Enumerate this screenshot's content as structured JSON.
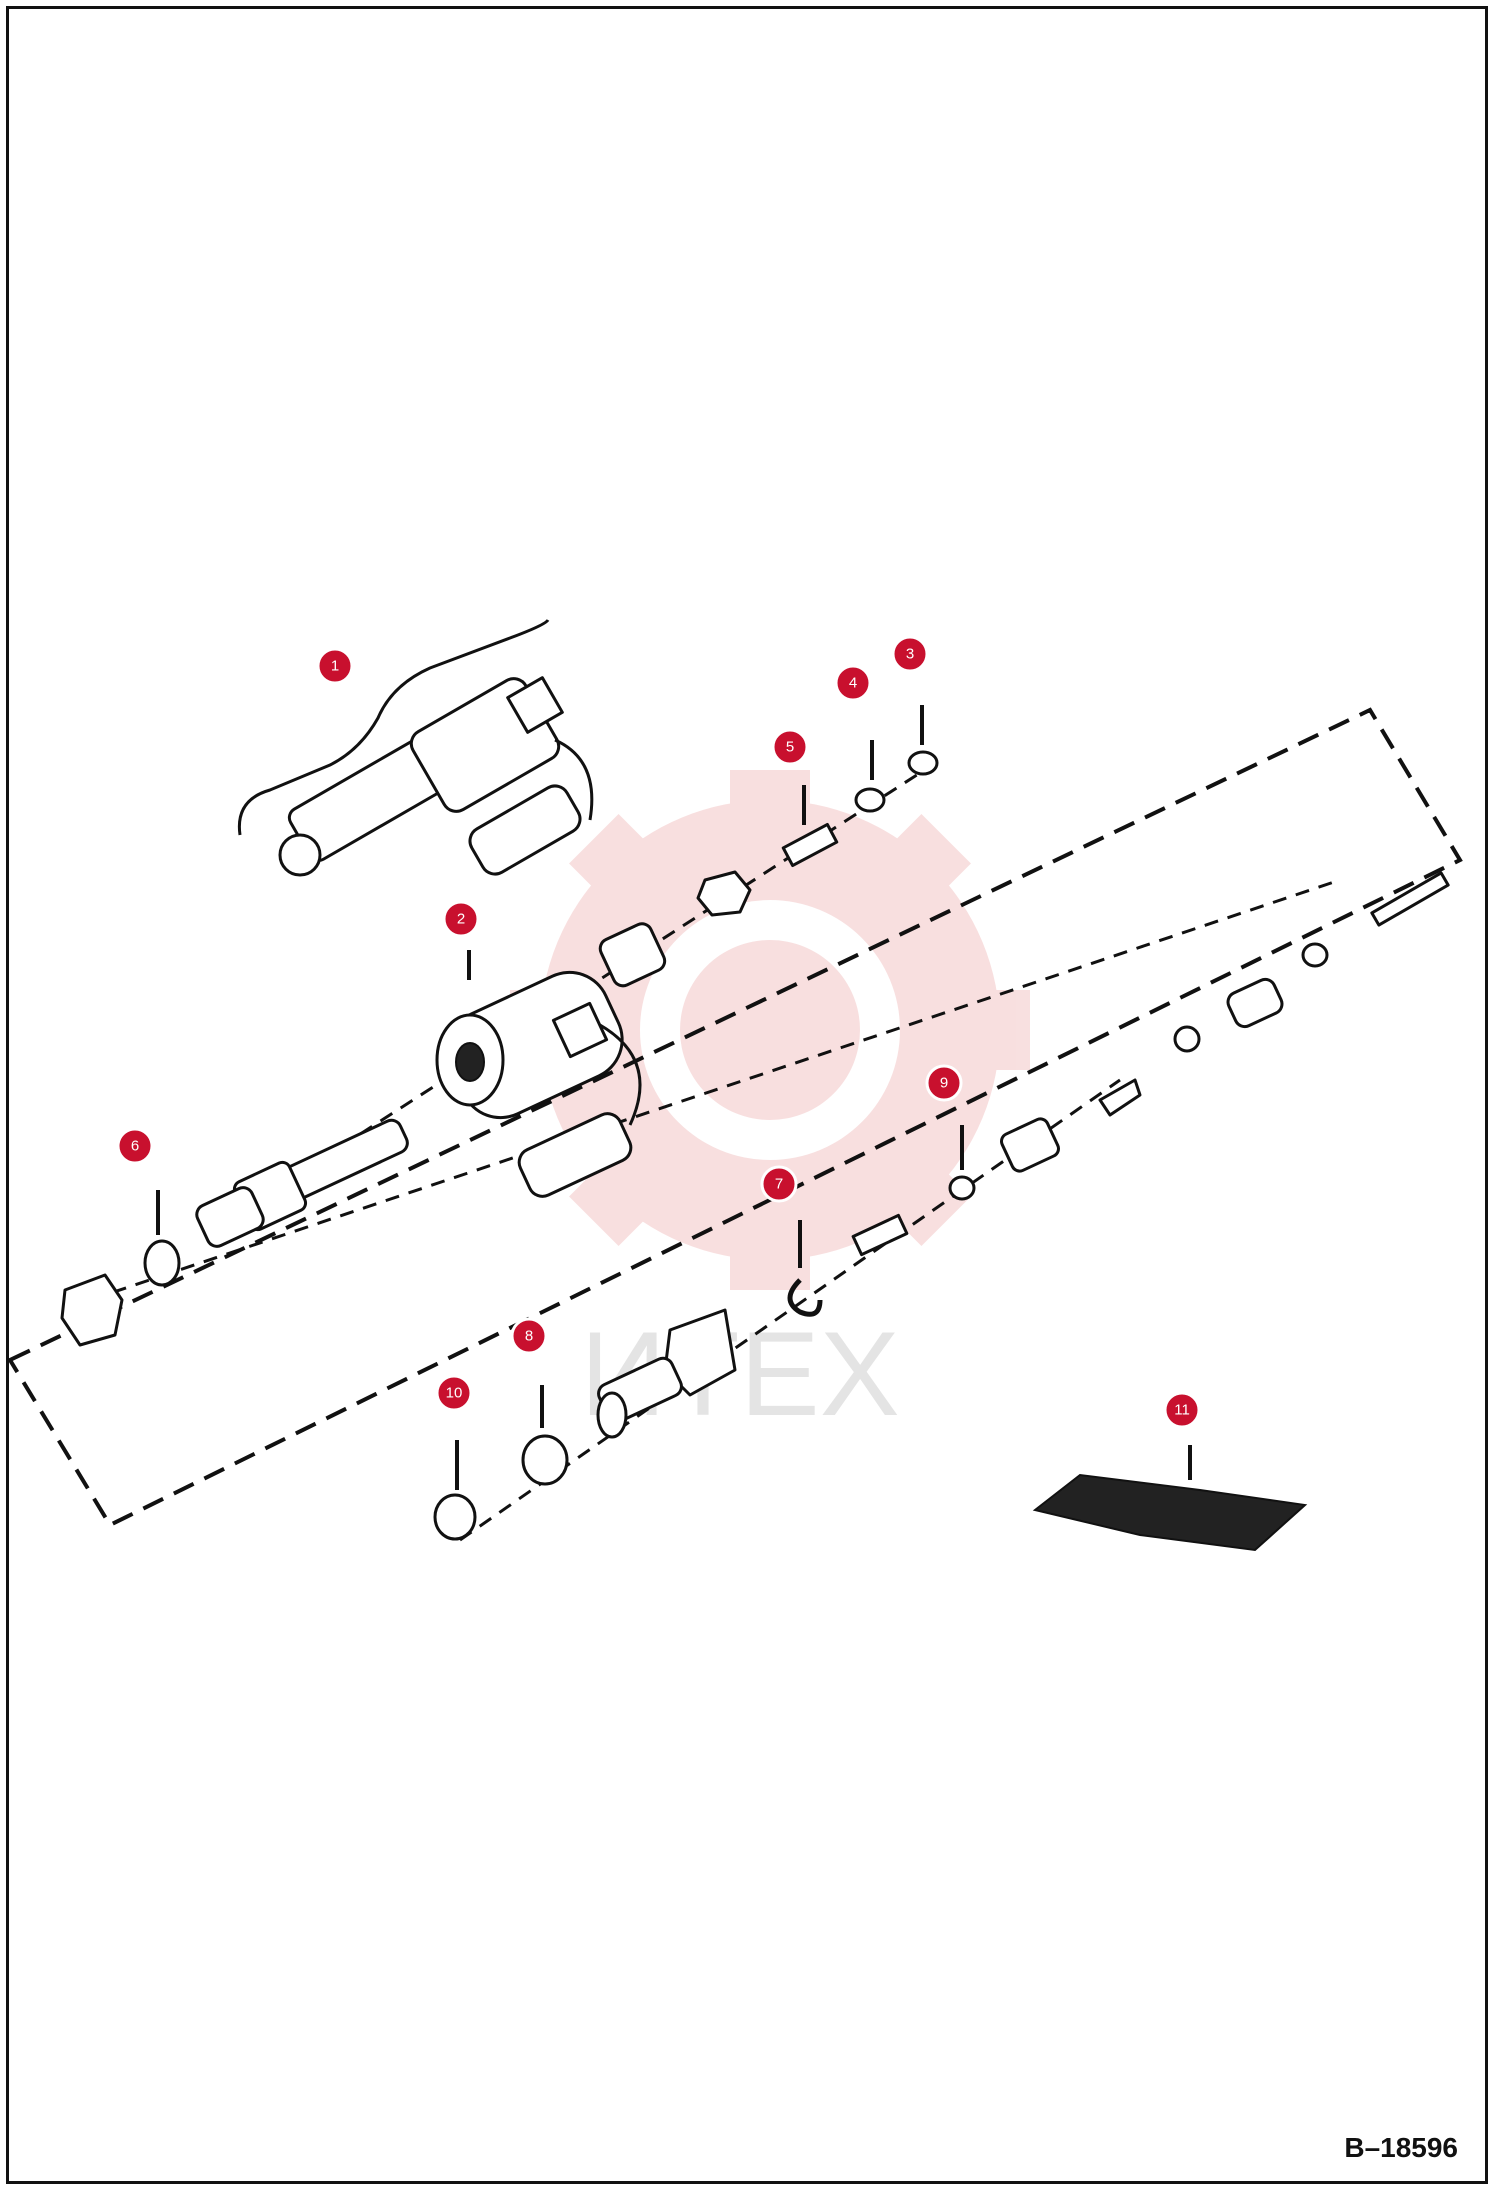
{
  "drawing": {
    "reference_number": "B–18596",
    "watermark_text": "ИТЕХ"
  },
  "callouts": [
    {
      "id": "1",
      "label": "1"
    },
    {
      "id": "2",
      "label": "2"
    },
    {
      "id": "3",
      "label": "3"
    },
    {
      "id": "4",
      "label": "4"
    },
    {
      "id": "5",
      "label": "5"
    },
    {
      "id": "6",
      "label": "6"
    },
    {
      "id": "7",
      "label": "7"
    },
    {
      "id": "8",
      "label": "8"
    },
    {
      "id": "9",
      "label": "9"
    },
    {
      "id": "10",
      "label": "10"
    },
    {
      "id": "11",
      "label": "11"
    }
  ],
  "colors": {
    "callout": "#c8102e",
    "watermark": "#f3c6c6",
    "line": "#111111"
  }
}
